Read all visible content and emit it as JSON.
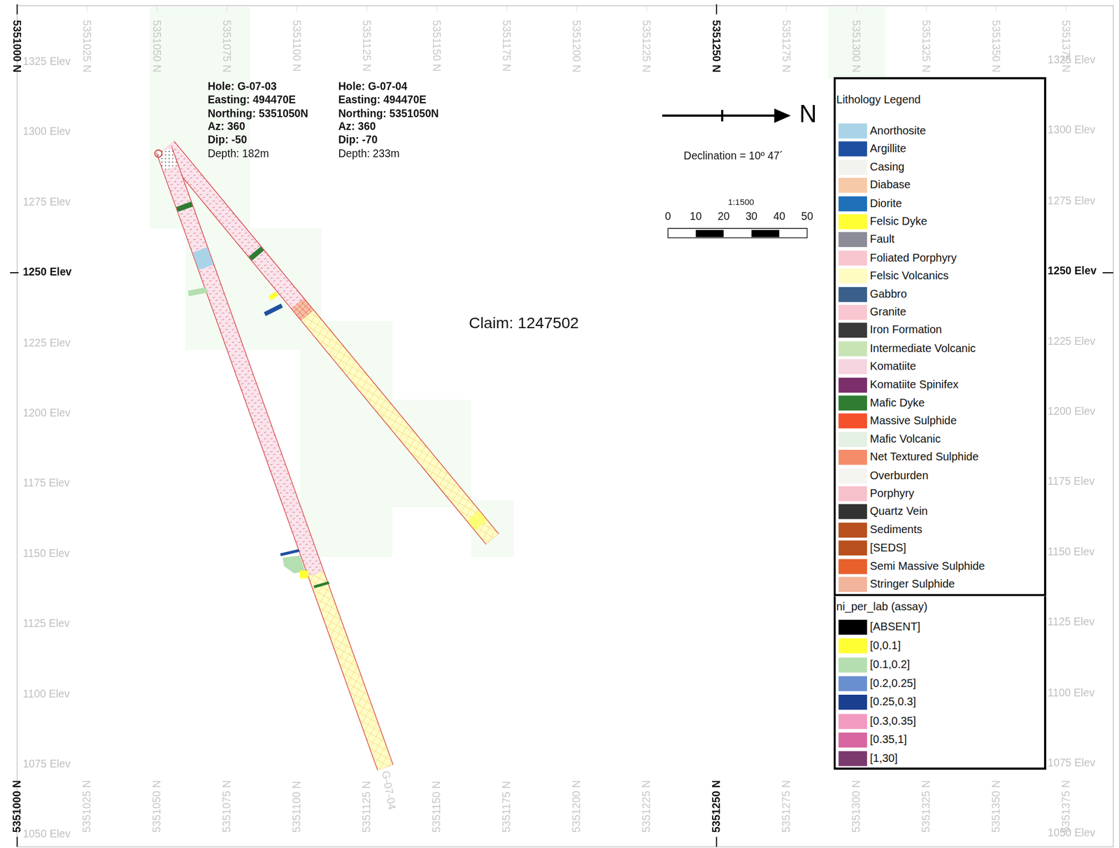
{
  "diagram": {
    "nodes": [
      {
        "text": [
          "Lithology Legend"
        ]
      },
      {
        "text": [
          "ni_per_lab (assay)"
        ]
      }
    ],
    "labels": [
      "5351000 N",
      "5351025 N",
      "5351050 N",
      "5351075 N",
      "5351100 N",
      "5351125 N",
      "5351150 N",
      "5351175 N",
      "5351200 N",
      "5351225 N",
      "5351250 N",
      "5351275 N",
      "5351300 N",
      "5351325 N",
      "5351350 N",
      "5351375 N",
      "5351000 N",
      "5351025 N",
      "5351050 N",
      "5351075 N",
      "5351100 N",
      "5351125 N",
      "5351150 N",
      "5351175 N",
      "5351200 N",
      "5351225 N",
      "5351250 N",
      "5351275 N",
      "5351300 N",
      "5351325 N",
      "5351350 N",
      "5351375 N",
      "1325 Elev",
      "1300 Elev",
      "1275 Elev",
      "1250 Elev",
      "1225 Elev",
      "1200 Elev",
      "1175 Elev",
      "1150 Elev",
      "1125 Elev",
      "1100 Elev",
      "1075 Elev",
      "1050 Elev",
      "1325 Elev",
      "1300 Elev",
      "1275 Elev",
      "1250 Elev",
      "1225 Elev",
      "1200 Elev",
      "1175 Elev",
      "1150 Elev",
      "1125 Elev",
      "1100 Elev",
      "1075 Elev",
      "1050 Elev",
      "Hole: G-07-03",
      "Easting: 494470E",
      "Northing: 5351050N",
      "Az: 360",
      "Dip: -50",
      "Depth: 182m",
      "Hole: G-07-04",
      "Easting: 494470E",
      "Northing: 5351050N",
      "Az: 360",
      "Dip: -70",
      "Depth: 233m",
      "N",
      "Declination = 10º 47´",
      "1:1500",
      "0",
      "10",
      "20",
      "30",
      "40",
      "50",
      "Claim: 1247502",
      "G-07-04"
    ],
    "legend": [
      {
        "text": "Anorthosite",
        "color": "#a9d4e8"
      },
      {
        "text": "Argillite",
        "color": "#1f4fa0"
      },
      {
        "text": "Casing",
        "color": "#f2f2ee"
      },
      {
        "text": "Diabase",
        "color": "#f6c9a8"
      },
      {
        "text": "Diorite",
        "color": "#1e6fb8"
      },
      {
        "text": "Felsic Dyke",
        "color": "#ffff33"
      },
      {
        "text": "Fault",
        "color": "#8c8c99"
      },
      {
        "text": "Foliated Porphyry",
        "color": "#f7c6cf"
      },
      {
        "text": "Felsic Volcanics",
        "color": "#fefcc0"
      },
      {
        "text": "Gabbro",
        "color": "#3a5f8a"
      },
      {
        "text": "Granite",
        "color": "#f9c7d1"
      },
      {
        "text": "Iron Formation",
        "color": "#3a3a3a"
      },
      {
        "text": "Intermediate Volcanic",
        "color": "#c9e4b4"
      },
      {
        "text": "Komatiite",
        "color": "#f6d4e0"
      },
      {
        "text": "Komatiite Spinifex",
        "color": "#7a2f6a"
      },
      {
        "text": "Mafic Dyke",
        "color": "#2e7d32"
      },
      {
        "text": "Massive Sulphide",
        "color": "#f4512c"
      },
      {
        "text": "Mafic Volcanic",
        "color": "#e4f0e4"
      },
      {
        "text": "Net Textured Sulphide",
        "color": "#f48c6a"
      },
      {
        "text": "Overburden",
        "color": "#f4f4f0"
      },
      {
        "text": "Porphyry",
        "color": "#f7c1cc"
      },
      {
        "text": "Quartz Vein",
        "color": "#333333"
      },
      {
        "text": "Sediments",
        "color": "#b8501e"
      },
      {
        "text": "[SEDS]",
        "color": "#b8501e"
      },
      {
        "text": "Semi Massive Sulphide",
        "color": "#e8602c"
      },
      {
        "text": "Stringer Sulphide",
        "color": "#f2b49a"
      },
      {
        "text": "[ABSENT]",
        "color": "#000000"
      },
      {
        "text": "[0,0.1]",
        "color": "#ffff33"
      },
      {
        "text": "[0.1,0.2]",
        "color": "#b5dfb0"
      },
      {
        "text": "[0.2,0.25]",
        "color": "#6a8fd0"
      },
      {
        "text": "[0.25,0.3]",
        "color": "#1a3f8f"
      },
      {
        "text": "[0.3,0.35]",
        "color": "#f29ac0"
      },
      {
        "text": "[0.35,1]",
        "color": "#d866a0"
      },
      {
        "text": "[1,30]",
        "color": "#7a3a6e"
      }
    ]
  }
}
